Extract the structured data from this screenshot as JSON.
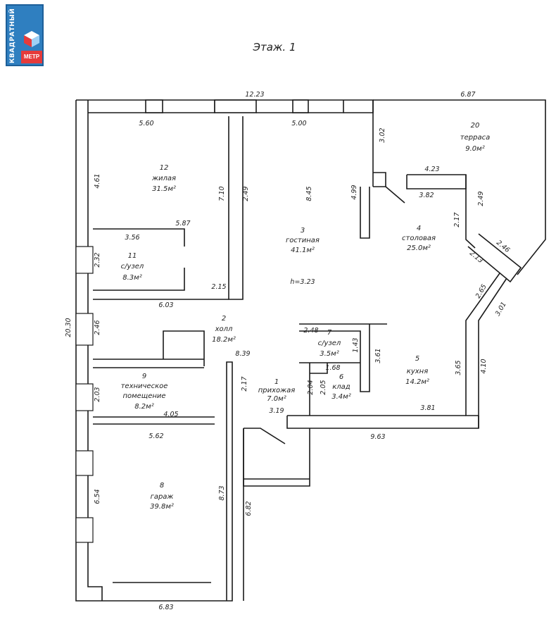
{
  "logo": {
    "text": "КВАДРАТНЫЙ",
    "sub": "МЕТР"
  },
  "title": "Этаж. 1",
  "height_note": "h=3.23",
  "rooms": [
    {
      "id": "1",
      "name": "прихожая",
      "area": "7.0м²"
    },
    {
      "id": "2",
      "name": "холл",
      "area": "18.2м²"
    },
    {
      "id": "3",
      "name": "гостиная",
      "area": "41.1м²"
    },
    {
      "id": "4",
      "name": "столовая",
      "area": "25.0м²"
    },
    {
      "id": "5",
      "name": "кухня",
      "area": "14.2м²"
    },
    {
      "id": "6",
      "name": "клад",
      "area": "3.4м²"
    },
    {
      "id": "7",
      "name": "с/узел",
      "area": "3.5м²"
    },
    {
      "id": "8",
      "name": "гараж",
      "area": "39.8м²"
    },
    {
      "id": "9",
      "name": "техническое",
      "name2": "помещение",
      "area": "8.2м²"
    },
    {
      "id": "11",
      "name": "с/узел",
      "area": "8.3м²"
    },
    {
      "id": "12",
      "name": "жилая",
      "area": "31.5м²"
    },
    {
      "id": "20",
      "name": "терраса",
      "area": "9.0м²"
    }
  ],
  "dimensions": {
    "top_total": "12.23",
    "terrace_top": "6.87",
    "d_560": "5.60",
    "d_500": "5.00",
    "d_302": "3.02",
    "d_423": "4.23",
    "d_382": "3.82",
    "d_249a": "2.49",
    "d_217a": "2.17",
    "d_246": "2.46",
    "d_213": "2.13",
    "d_265": "2.65",
    "d_301": "3.01",
    "d_461": "4.61",
    "d_710": "7.10",
    "d_249b": "2.49",
    "d_845": "8.45",
    "d_499": "4.99",
    "d_587": "5.87",
    "d_356": "3.56",
    "d_232": "2.32",
    "d_215": "2.15",
    "d_603": "6.03",
    "d_2030": "20.30",
    "d_246b": "2.46",
    "d_248": "2.48",
    "d_143": "1.43",
    "d_361": "3.61",
    "d_365": "3.65",
    "d_410": "4.10",
    "d_839": "8.39",
    "d_217b": "2.17",
    "d_168": "1.68",
    "d_203": "2.03",
    "d_204": "2.04",
    "d_205": "2.05",
    "d_405": "4.05",
    "d_319": "3.19",
    "d_381": "3.81",
    "d_562": "5.62",
    "d_963": "9.63",
    "d_654": "6.54",
    "d_873": "8.73",
    "d_682": "6.82",
    "d_683": "6.83"
  }
}
